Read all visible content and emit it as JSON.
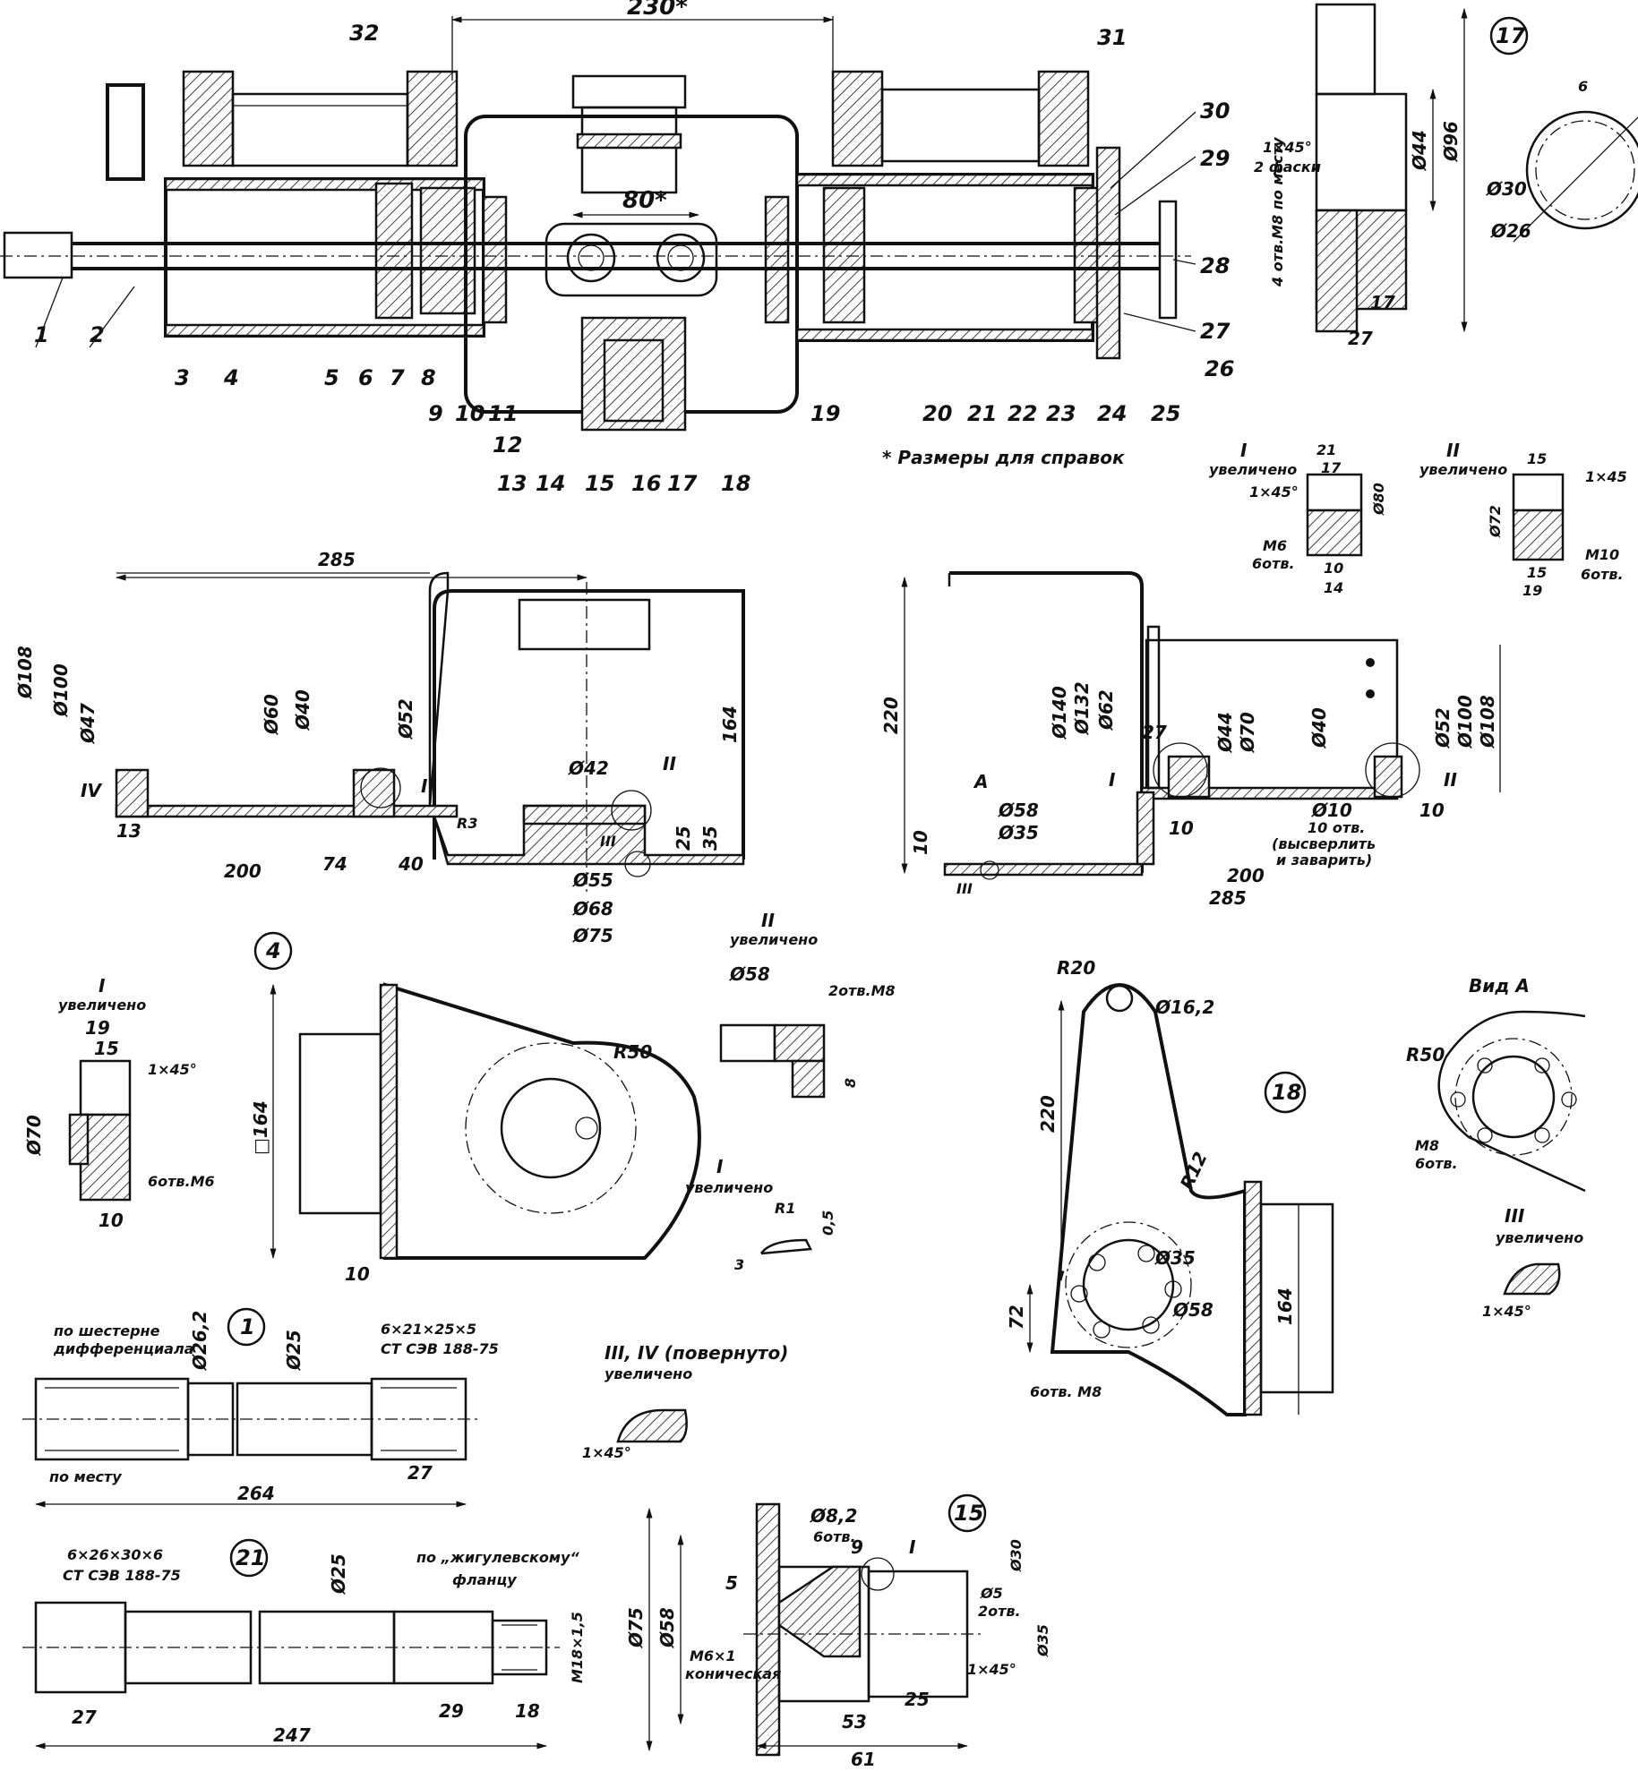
{
  "assembly": {
    "callouts": [
      "1",
      "2",
      "3",
      "4",
      "5",
      "6",
      "7",
      "8",
      "9",
      "10",
      "11",
      "12",
      "13",
      "14",
      "15",
      "16",
      "17",
      "18",
      "19",
      "20",
      "21",
      "22",
      "23",
      "24",
      "25",
      "26",
      "27",
      "28",
      "29",
      "30",
      "31",
      "32"
    ],
    "dim_230": "230*",
    "dim_80": "80*",
    "note": "* Размеры для справок"
  },
  "housing_left": {
    "dims": [
      "285",
      "Ø108",
      "Ø100",
      "Ø47",
      "Ø60",
      "Ø40",
      "Ø52",
      "164",
      "Ø42",
      "R3",
      "25",
      "35",
      "Ø55",
      "Ø68",
      "Ø75",
      "13",
      "200",
      "74",
      "40"
    ],
    "details": [
      "I",
      "II",
      "III",
      "IV"
    ]
  },
  "housing_right": {
    "dims": [
      "220",
      "Ø140",
      "Ø132",
      "Ø62",
      "27",
      "Ø44",
      "Ø70",
      "Ø40",
      "Ø52",
      "Ø100",
      "Ø108",
      "Ø58",
      "Ø35",
      "10",
      "10",
      "Ø10",
      "200",
      "285",
      "10"
    ],
    "note_holes": [
      "10 отв.",
      "(высверлить",
      "и заварить)"
    ],
    "arrow_a": "A",
    "details": [
      "I",
      "II",
      "III"
    ]
  },
  "part17": {
    "number": "17",
    "dims": [
      "Ø44",
      "Ø96",
      "Ø30",
      "Ø26",
      "6",
      "1×45°",
      "2 фаски",
      "17",
      "27"
    ],
    "side_note": "4 отв.М8 по месту"
  },
  "det_I_17": {
    "title": "I",
    "sub": "увеличено",
    "dims": [
      "21",
      "17",
      "1×45°",
      "Ø80",
      "M6",
      "6отв.",
      "10",
      "14"
    ]
  },
  "det_II_17": {
    "title": "II",
    "sub": "увеличено",
    "dims": [
      "15",
      "1×45",
      "Ø72",
      "M10",
      "6отв.",
      "15",
      "19"
    ]
  },
  "part4": {
    "number": "4",
    "dims": [
      "□164",
      "R50",
      "10"
    ],
    "detail_I": {
      "title": "I",
      "sub": "увеличено",
      "dims": [
        "19",
        "15",
        "1×45°",
        "Ø70",
        "6отв.M6",
        "10"
      ]
    }
  },
  "det_II_mid": {
    "title": "II",
    "sub": "увеличено",
    "dims": [
      "Ø58",
      "2отв.М8",
      "8"
    ]
  },
  "det_I_mid": {
    "title": "I",
    "sub": "увеличено",
    "dims": [
      "R1",
      "0,5",
      "3"
    ]
  },
  "det_III_IV": {
    "title": "III, IV (повернуто)",
    "sub": "увеличено",
    "dims": [
      "1×45°"
    ]
  },
  "part18": {
    "number": "18",
    "dims": [
      "R20",
      "Ø16,2",
      "220",
      "R12",
      "Ø35",
      "Ø58",
      "72",
      "164",
      "6отв. М8"
    ]
  },
  "view_a": {
    "title": "Вид A",
    "dims": [
      "R50",
      "M8",
      "6отв."
    ],
    "detail_III": {
      "title": "III",
      "sub": "увеличено",
      "dims": [
        "1×45°"
      ]
    }
  },
  "part1": {
    "number": "1",
    "labels": [
      "по шестерне",
      "дифференциала",
      "6×21×25×5",
      "СТ СЭВ 188-75",
      "по месту"
    ],
    "dims": [
      "Ø26,2",
      "Ø25",
      "27",
      "264"
    ]
  },
  "part21": {
    "number": "21",
    "labels": [
      "6×26×30×6",
      "СТ СЭВ 188-75",
      "по „жигулевскому“",
      "фланцу"
    ],
    "dims": [
      "Ø25",
      "M18×1,5",
      "27",
      "29",
      "18",
      "247"
    ]
  },
  "part15": {
    "number": "15",
    "dims": [
      "Ø8,2",
      "6отв.",
      "9",
      "I",
      "Ø30",
      "5",
      "Ø5",
      "2отв.",
      "Ø75",
      "Ø58",
      "M6×1",
      "коническая",
      "1×45°",
      "Ø35",
      "53",
      "25",
      "61"
    ]
  }
}
